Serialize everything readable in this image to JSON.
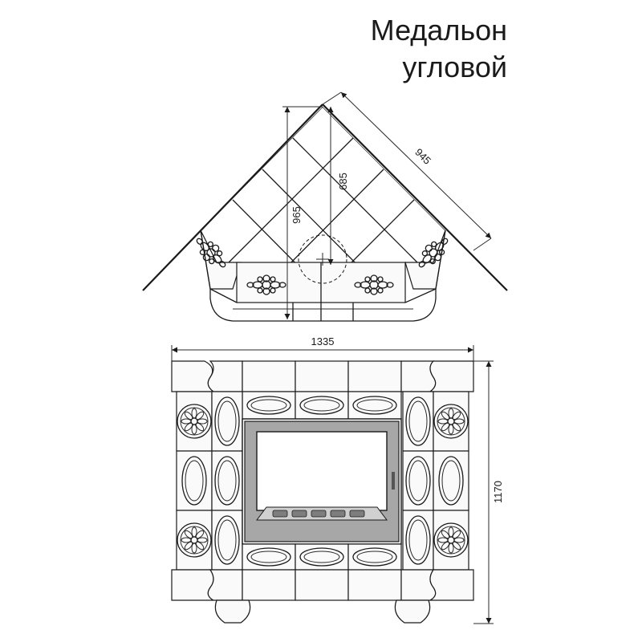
{
  "title": {
    "line1": "Медальон",
    "line2": "угловой"
  },
  "dimensions": {
    "top_depth": "965",
    "inner_depth": "685",
    "side_length": "945",
    "width": "1335",
    "height": "1170"
  },
  "colors": {
    "line": "#1a1a1a",
    "background": "#ffffff"
  }
}
